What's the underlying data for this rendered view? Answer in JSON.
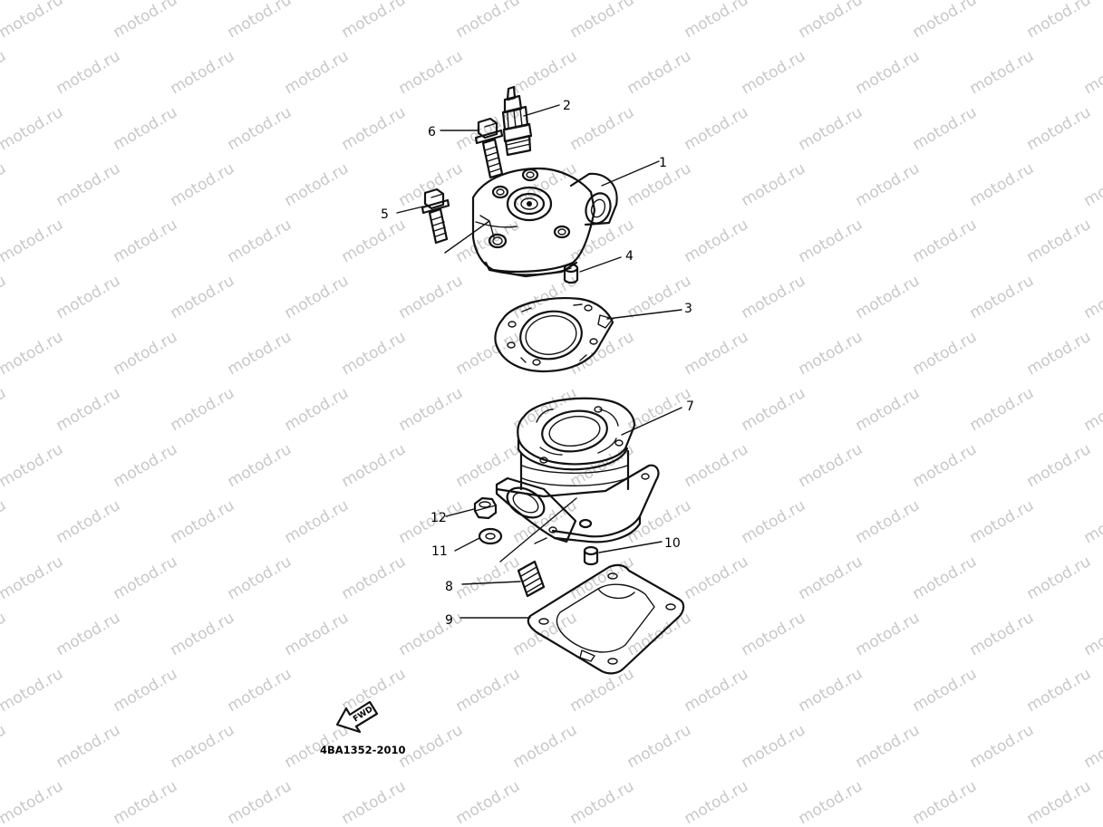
{
  "watermark": {
    "text": "motod.ru",
    "color": "#c8c8c8"
  },
  "diagram": {
    "drawing_code": "4BA1352-2010",
    "fwd_label": "FWD",
    "callouts": [
      {
        "id": "1",
        "label": "1",
        "part": "cylinder head"
      },
      {
        "id": "2",
        "label": "2",
        "part": "spark plug"
      },
      {
        "id": "3",
        "label": "3",
        "part": "cylinder head gasket"
      },
      {
        "id": "4",
        "label": "4",
        "part": "dowel pin"
      },
      {
        "id": "5",
        "label": "5",
        "part": "bolt"
      },
      {
        "id": "6",
        "label": "6",
        "part": "bolt"
      },
      {
        "id": "7",
        "label": "7",
        "part": "cylinder"
      },
      {
        "id": "8",
        "label": "8",
        "part": "stud bolt"
      },
      {
        "id": "9",
        "label": "9",
        "part": "cylinder gasket"
      },
      {
        "id": "10",
        "label": "10",
        "part": "dowel pin"
      },
      {
        "id": "11",
        "label": "11",
        "part": "washer"
      },
      {
        "id": "12",
        "label": "12",
        "part": "nut"
      }
    ]
  }
}
